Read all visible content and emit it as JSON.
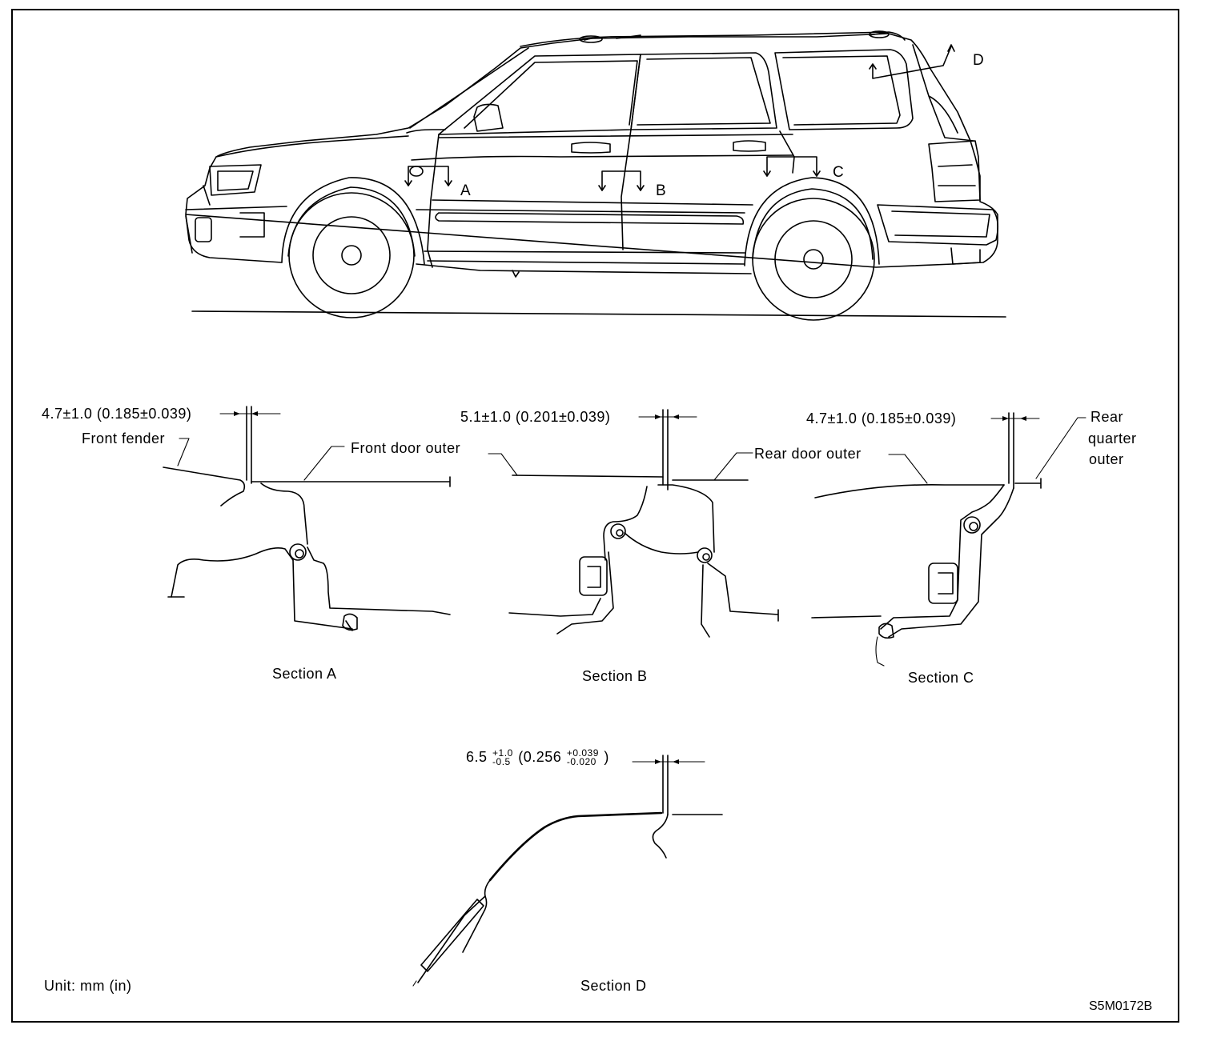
{
  "diagram": {
    "section_markers": {
      "a": "A",
      "b": "B",
      "c": "C",
      "d": "D"
    },
    "section_a": {
      "dimension": "4.7±1.0 (0.185±0.039)",
      "label_fender": "Front fender",
      "label_door": "Front door outer",
      "caption": "Section A"
    },
    "section_b": {
      "dimension": "5.1±1.0 (0.201±0.039)",
      "label_door": "Rear door outer",
      "caption": "Section B"
    },
    "section_c": {
      "dimension": "4.7±1.0 (0.185±0.039)",
      "label_quarter_line1": "Rear",
      "label_quarter_line2": "quarter",
      "label_quarter_line3": "outer",
      "caption": "Section C"
    },
    "section_d": {
      "dimension_base": "6.5",
      "dimension_tol_plus": "+1.0",
      "dimension_tol_minus": "-0.5",
      "dimension_inch_base": "(0.256",
      "dimension_inch_tol_plus": "+0.039",
      "dimension_inch_tol_minus": "-0.020",
      "dimension_close": ")",
      "caption": "Section D"
    },
    "unit_note": "Unit: mm (in)",
    "figure_code": "S5M0172B"
  }
}
